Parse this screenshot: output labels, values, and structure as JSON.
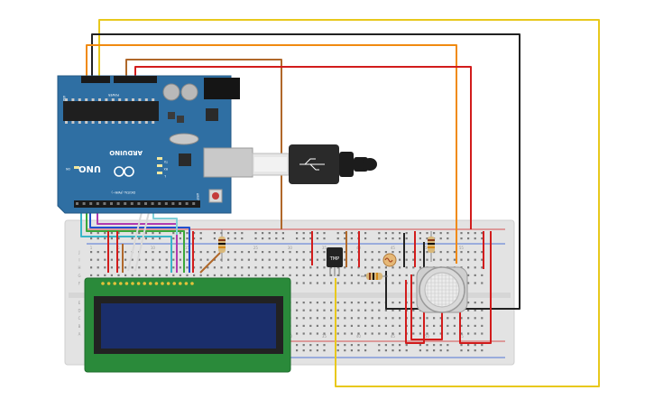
{
  "palette": {
    "background": "#ffffff",
    "breadboard": "#e3e3e3",
    "breadboard_rail_red": "#d22020",
    "breadboard_rail_blue": "#2050d0",
    "arduino_board": "#2f6fa3",
    "lcd_board": "#2a8a3a",
    "lcd_screen": "#1a2e6b",
    "wire_yellow": "#e8c81c",
    "wire_black": "#222222",
    "wire_orange": "#f08a10",
    "wire_red": "#d21c1c",
    "wire_brown": "#b0682a",
    "wire_cyan": "#39b6c8",
    "wire_purple": "#b03ab0",
    "wire_green": "#3aa83a",
    "wire_blue": "#2050d0",
    "wire_white": "#cfcfcf"
  },
  "arduino": {
    "brand_text": "ARDUINO",
    "model_text": "UNO",
    "header_analog": "ANALOG IN",
    "header_power": "POWER",
    "header_digital": "DIGITAL (PWM~)",
    "led_tx": "TX",
    "led_rx": "RX",
    "led_l": "L",
    "led_on": "ON",
    "aref": "AREF",
    "icons": [
      "usb-connector-icon",
      "arduino-infinity-logo-icon",
      "power-jack-icon",
      "reset-button-icon"
    ]
  },
  "breadboard": {
    "column_numbers": [
      "1",
      "5",
      "10",
      "15",
      "20",
      "25",
      "30",
      "35",
      "40",
      "45",
      "50",
      "55"
    ],
    "row_letters_top": [
      "J",
      "I",
      "H",
      "G",
      "F"
    ],
    "row_letters_bottom": [
      "E",
      "D",
      "C",
      "B",
      "A"
    ]
  },
  "components": {
    "temp_sensor_label": "TMP",
    "lcd_name": "16x2 LCD",
    "photoresistor_name": "photoresistor",
    "gas_sensor_name": "gas sensor"
  }
}
